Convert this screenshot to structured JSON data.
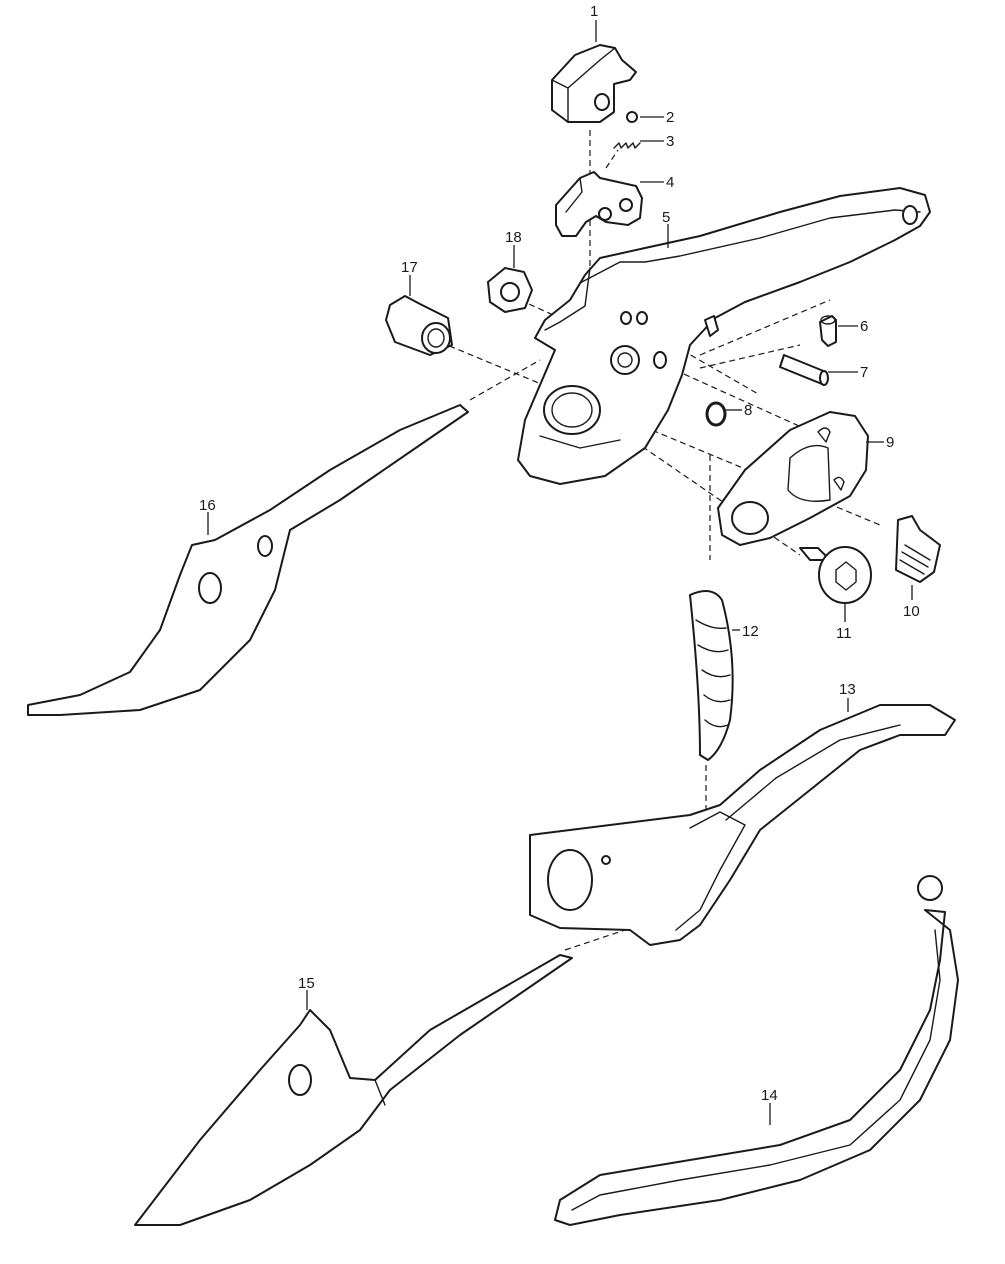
{
  "diagram": {
    "callouts": [
      {
        "id": "callout-1",
        "label": "1"
      },
      {
        "id": "callout-2",
        "label": "2"
      },
      {
        "id": "callout-3",
        "label": "3"
      },
      {
        "id": "callout-4",
        "label": "4"
      },
      {
        "id": "callout-5",
        "label": "5"
      },
      {
        "id": "callout-6",
        "label": "6"
      },
      {
        "id": "callout-7",
        "label": "7"
      },
      {
        "id": "callout-8",
        "label": "8"
      },
      {
        "id": "callout-9",
        "label": "9"
      },
      {
        "id": "callout-10",
        "label": "10"
      },
      {
        "id": "callout-11",
        "label": "11"
      },
      {
        "id": "callout-12",
        "label": "12"
      },
      {
        "id": "callout-13",
        "label": "13"
      },
      {
        "id": "callout-14",
        "label": "14"
      },
      {
        "id": "callout-15",
        "label": "15"
      },
      {
        "id": "callout-16",
        "label": "16"
      },
      {
        "id": "callout-17",
        "label": "17"
      },
      {
        "id": "callout-18",
        "label": "18"
      }
    ],
    "colors": {
      "line": "#1a1a1a",
      "fill": "#ffffff"
    }
  }
}
